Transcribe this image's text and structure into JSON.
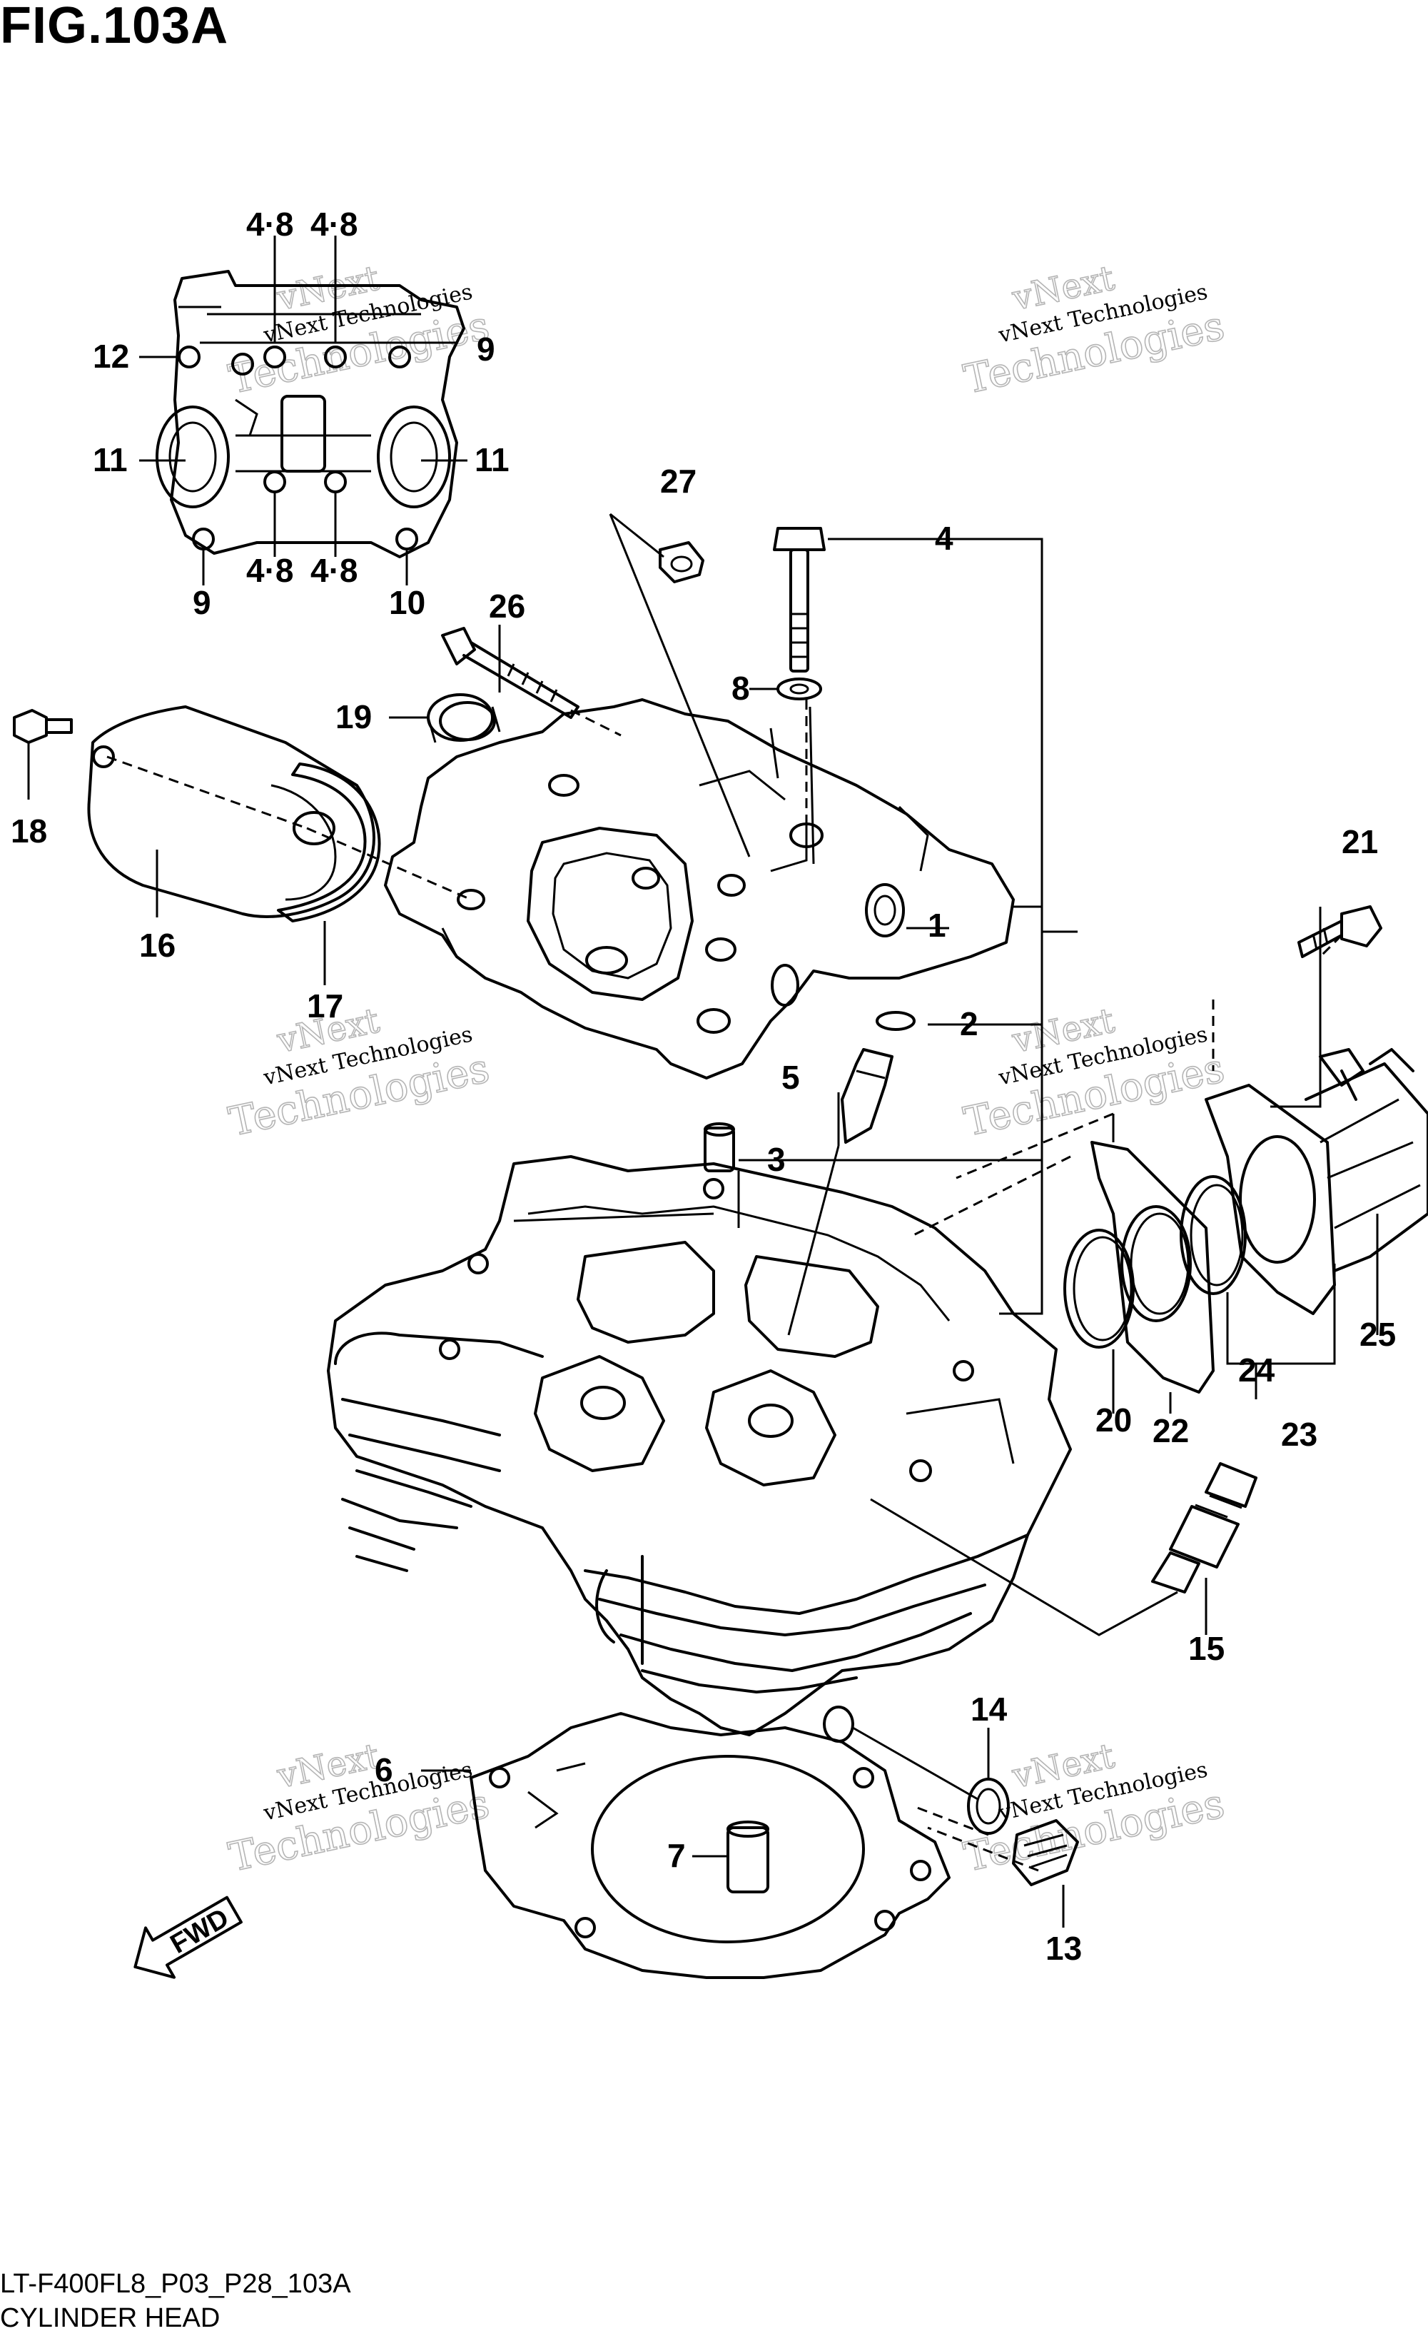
{
  "figure": {
    "title": "FIG.103A",
    "code": "LT-F400FL8_P03_P28_103A",
    "name": "CYLINDER HEAD"
  },
  "watermark": {
    "line1": "vNext Technologies",
    "line2": "vNext",
    "line3": "Technologies"
  },
  "direction": {
    "label": "FWD"
  },
  "callouts": {
    "c48a": "4·8",
    "c48b": "4·8",
    "c48c": "4·8",
    "c48d": "4·8",
    "c1": "1",
    "c2": "2",
    "c3": "3",
    "c4": "4",
    "c5": "5",
    "c6": "6",
    "c7": "7",
    "c8": "8",
    "c9a": "9",
    "c9b": "9",
    "c10": "10",
    "c11a": "11",
    "c11b": "11",
    "c12": "12",
    "c13": "13",
    "c14": "14",
    "c15": "15",
    "c16": "16",
    "c17": "17",
    "c18": "18",
    "c19": "19",
    "c20": "20",
    "c21": "21",
    "c22": "22",
    "c23": "23",
    "c24": "24",
    "c25": "25",
    "c26": "26",
    "c27": "27"
  }
}
